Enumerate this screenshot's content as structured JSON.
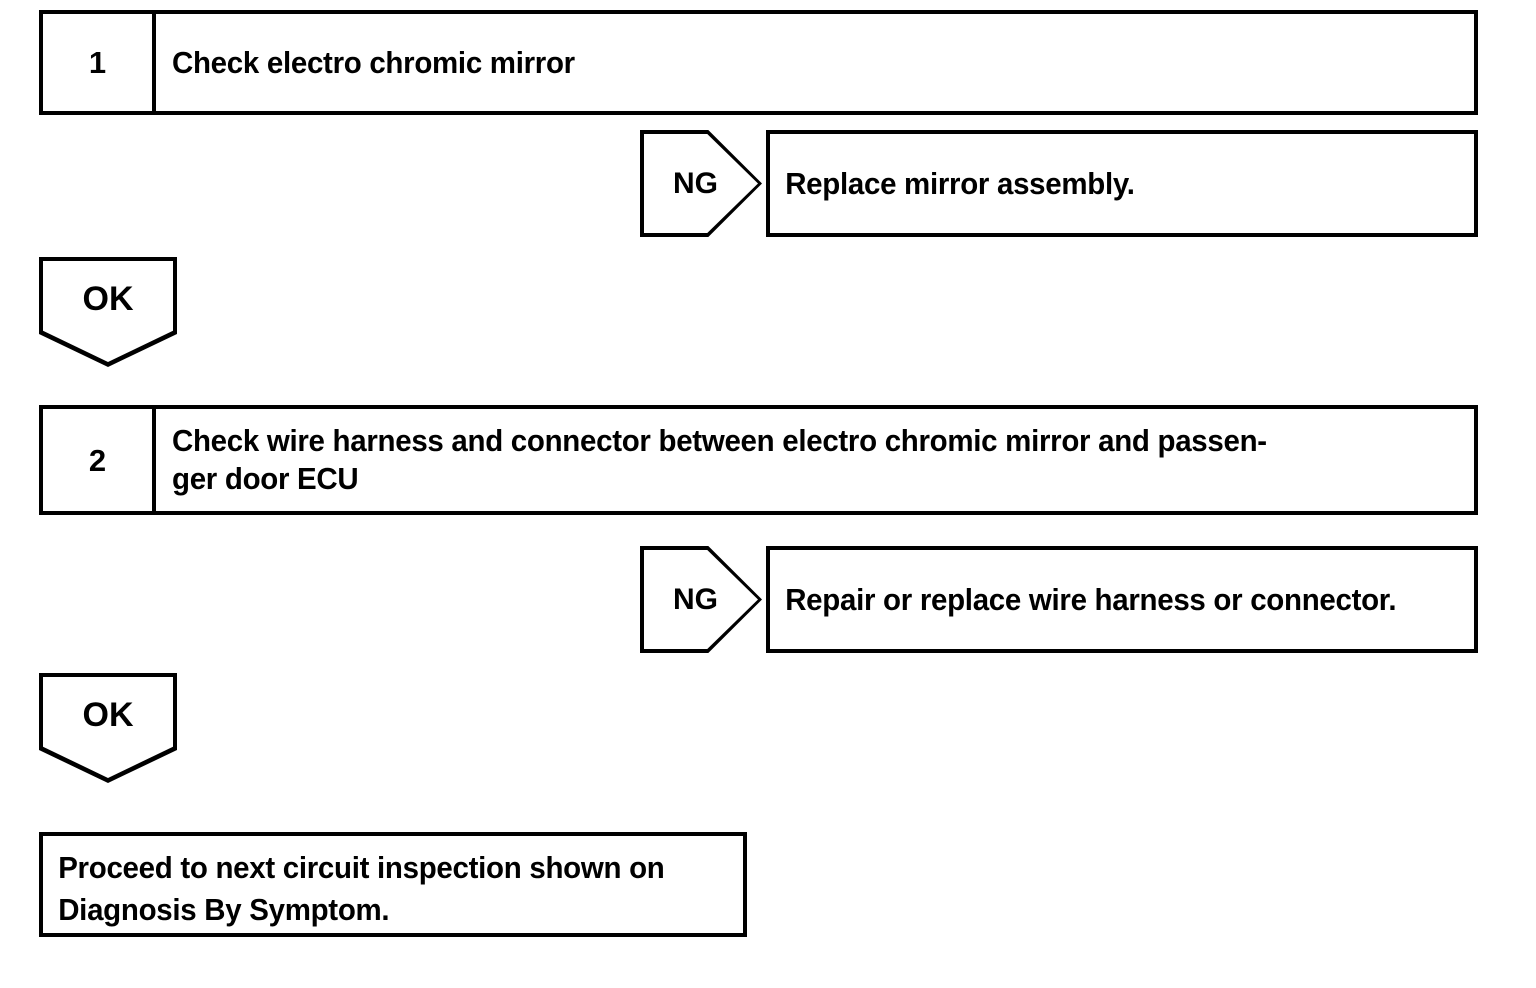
{
  "document": {
    "type": "diagnostic-flowchart",
    "title": "Electro Chromic Mirror Circuit Inspection",
    "background_color": "#ffffff",
    "line_color": "#000000"
  },
  "steps": [
    {
      "number": "1",
      "instruction": "Check electro chromic mirror",
      "ng_label": "NG",
      "ng_result": "Replace mirror assembly.",
      "ok_label": "OK"
    },
    {
      "number": "2",
      "instruction": "Check wire harness and connector between electro chromic mirror and passen-\nger door ECU",
      "ng_label": "NG",
      "ng_result": "Repair or replace wire harness or connector.",
      "ok_label": "OK"
    }
  ],
  "final": {
    "text": "Proceed to next circuit inspection shown on\nDiagnosis By Symptom."
  }
}
